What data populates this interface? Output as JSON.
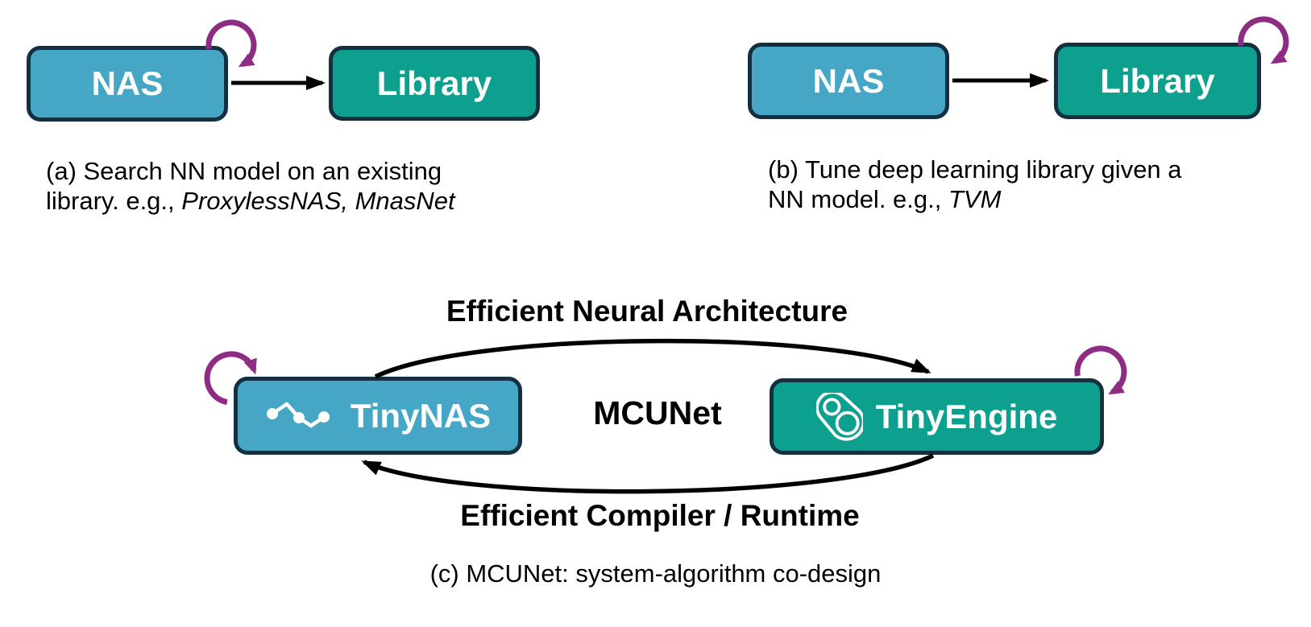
{
  "colors": {
    "blue_box": "#45a6c6",
    "green_box": "#0ea08e",
    "box_border": "#132f40",
    "loop_purple": "#8e2b82",
    "arrow_black": "#000000",
    "text_white": "#ffffff",
    "text_black": "#000000"
  },
  "panel_a": {
    "nas_label": "NAS",
    "library_label": "Library",
    "caption_line1": "(a) Search NN model on an existing",
    "caption_line2_prefix": "library. e.g., ",
    "caption_line2_italic": "ProxylessNAS, MnasNet"
  },
  "panel_b": {
    "nas_label": "NAS",
    "library_label": "Library",
    "caption_line1": "(b) Tune deep learning library given a",
    "caption_line2_prefix": "NN model. e.g., ",
    "caption_line2_italic": "TVM"
  },
  "panel_c": {
    "tinynas_label": "TinyNAS",
    "tinyengine_label": "TinyEngine",
    "center_label": "MCUNet",
    "top_arrow_label": "Efficient Neural Architecture",
    "bottom_arrow_label": "Efficient Compiler / Runtime",
    "caption": "(c) MCUNet: system-algorithm co-design"
  },
  "icons": {
    "tinynas_icon": "node-graph-icon",
    "tinyengine_icon": "engine-rings-icon",
    "self_loops": "self-loop-arrow-icon"
  }
}
